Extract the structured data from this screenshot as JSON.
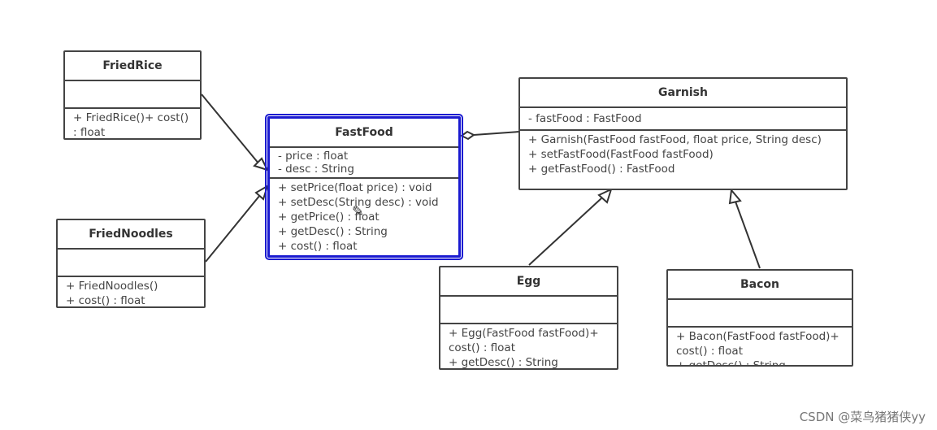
{
  "classes": {
    "fried_rice": {
      "name": "FriedRice",
      "attributes": [],
      "operations": [
        "+ FriedRice()+ cost()",
        ": float"
      ]
    },
    "fried_noodles": {
      "name": "FriedNoodles",
      "attributes": [],
      "operations": [
        "+ FriedNoodles()",
        "+ cost() : float"
      ]
    },
    "fast_food": {
      "name": "FastFood",
      "attributes": [
        "- price : float",
        "- desc : String"
      ],
      "operations": [
        "+ setPrice(float price) : void",
        "+ setDesc(String desc) : void",
        "+ getPrice() : float",
        "+ getDesc() : String",
        "+ cost() : float"
      ]
    },
    "garnish": {
      "name": "Garnish",
      "attributes": [
        "- fastFood : FastFood"
      ],
      "operations": [
        "+ Garnish(FastFood fastFood, float price, String desc)",
        "+ setFastFood(FastFood fastFood)",
        "+ getFastFood() : FastFood"
      ]
    },
    "egg": {
      "name": "Egg",
      "attributes": [],
      "operations": [
        "+ Egg(FastFood fastFood)+",
        "cost() : float",
        "+ getDesc() : String"
      ]
    },
    "bacon": {
      "name": "Bacon",
      "attributes": [],
      "operations": [
        "+ Bacon(FastFood fastFood)+",
        "cost() : float",
        "+ getDesc() : String"
      ]
    }
  },
  "colors": {
    "line": "#333333",
    "selection": "#1a1ad0"
  },
  "watermark": "CSDN @菜鸟猪猪侠yy"
}
